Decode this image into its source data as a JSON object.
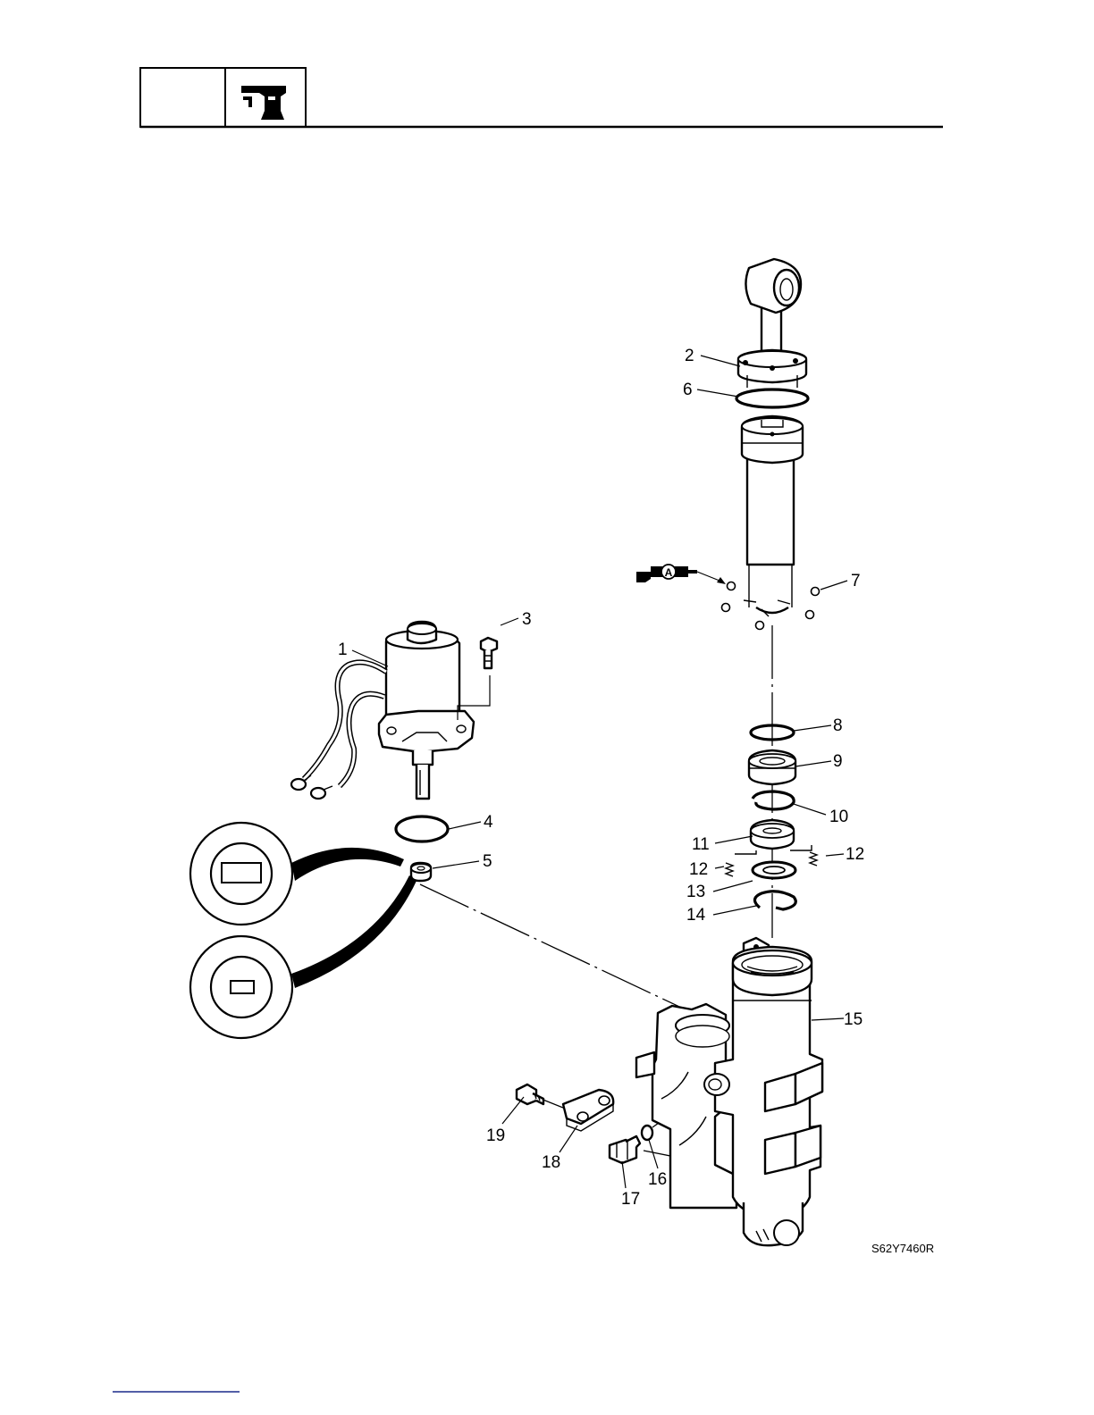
{
  "header": {
    "icon": "hydraulic-cylinder-tool-icon"
  },
  "callouts": [
    {
      "label": "1"
    },
    {
      "label": "2"
    },
    {
      "label": "3"
    },
    {
      "label": "4"
    },
    {
      "label": "5"
    },
    {
      "label": "6"
    },
    {
      "label": "7"
    },
    {
      "label": "8"
    },
    {
      "label": "9"
    },
    {
      "label": "10"
    },
    {
      "label": "11"
    },
    {
      "label": "12"
    },
    {
      "label": "12"
    },
    {
      "label": "13"
    },
    {
      "label": "14"
    },
    {
      "label": "15"
    },
    {
      "label": "16"
    },
    {
      "label": "17"
    },
    {
      "label": "18"
    },
    {
      "label": "19"
    }
  ],
  "lubricant_marker": {
    "letter": "A",
    "icon": "grease-gun-icon"
  },
  "reference_code": "S62Y7460R"
}
